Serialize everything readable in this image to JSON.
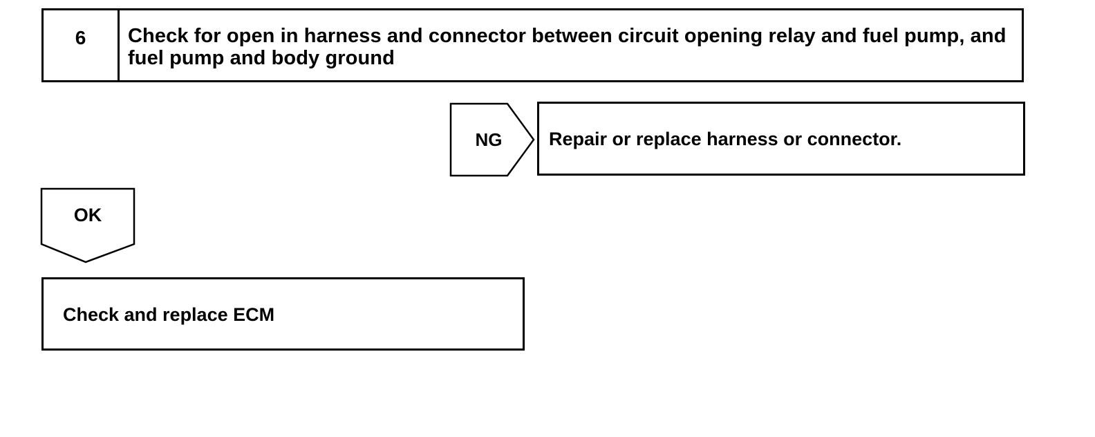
{
  "step": {
    "number": "6",
    "title": "Check for open in harness and connector between circuit opening relay and fuel pump, and fuel pump and body ground"
  },
  "ng": {
    "label": "NG",
    "action": "Repair or replace harness or connector."
  },
  "ok": {
    "label": "OK",
    "action": "Check and replace ECM"
  }
}
